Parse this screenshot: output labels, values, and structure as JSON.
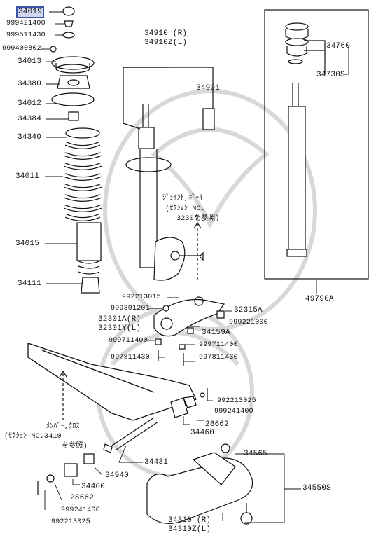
{
  "labels": {
    "p34019": "34019",
    "p999421400a": "999421400",
    "p999511430": "999511430",
    "p999400802": "999400802",
    "p34013": "34013",
    "p34380": "34380",
    "p34012": "34012",
    "p34384": "34384",
    "p34340": "34340",
    "p34011": "34011",
    "p34015": "34015",
    "p34111": "34111",
    "p34910": "34910 (R)",
    "p34910z": "34910Z(L)",
    "p34901": "34901",
    "p34760": "34760",
    "p34730s": "34730S",
    "p49790a": "49790A",
    "p992213015a": "992213015",
    "p999301201": "999301201",
    "p32315a": "32315A",
    "p999221000": "999221000",
    "p32301a": "32301A(R)",
    "p32301y": "32301Y(L)",
    "p34159a": "34159A",
    "p999711400a": "999711400",
    "p999711400b": "999711400",
    "p997811430a": "997811430",
    "p997811430b": "997811430",
    "p992213025a": "992213025",
    "p999241400a": "999241400",
    "p28662a": "28662",
    "p34460a": "34460",
    "p34431": "34431",
    "p34940": "34940",
    "p34460b": "34460",
    "p28662b": "28662",
    "p999241400b": "999241400",
    "p992213025b": "992213025",
    "p34565": "34565",
    "p34550s": "34550S",
    "p34310": "34310 (R)",
    "p34310z": "34310Z(L)"
  },
  "notes": {
    "joint_line1": "ｼﾞｮｲﾝﾄ,ﾎﾞｰﾙ",
    "joint_line2": "(ｾｸｼｮﾝ  NO.",
    "joint_line3": "3230を参照)",
    "member_line1": "ﾒﾝﾊﾞｰ,ｸﾛｽ",
    "member_line2": "(ｾｸｼｮﾝ  NO.3410",
    "member_line3": "を参照)"
  },
  "colors": {
    "line": "#111111",
    "highlight_fill": "#cfd6ee",
    "highlight_border": "#3a52a8",
    "watermark": "#d8d8d8"
  }
}
